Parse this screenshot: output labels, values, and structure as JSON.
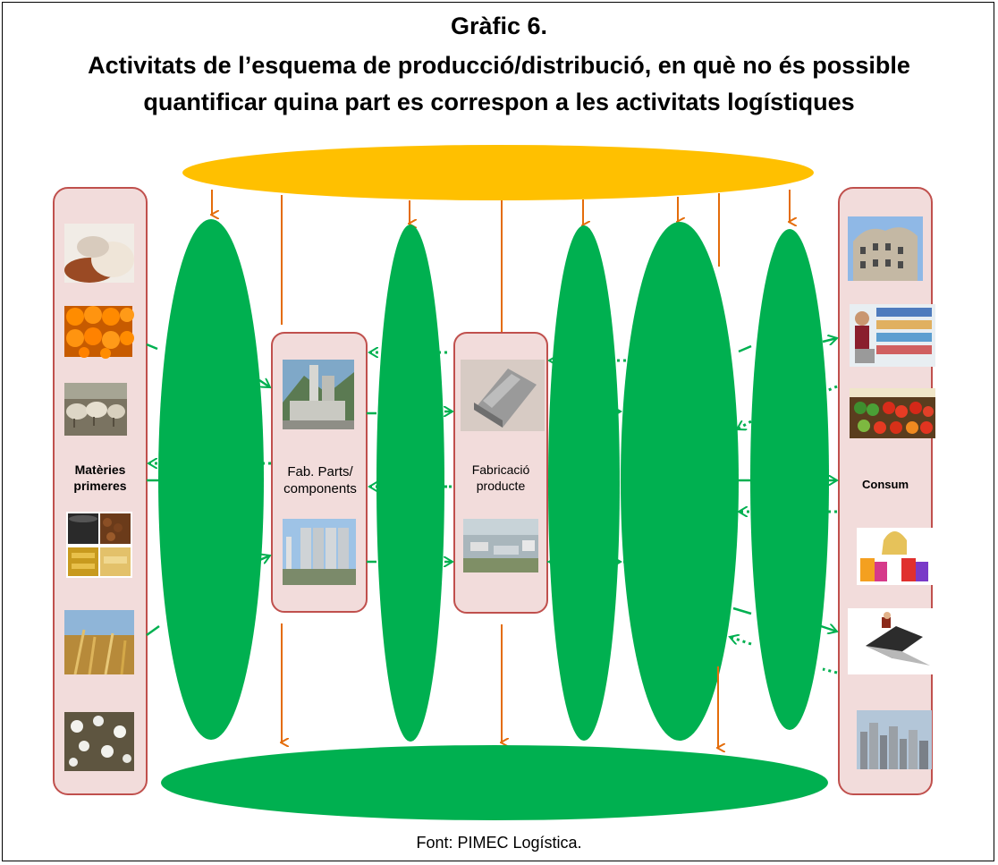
{
  "title": {
    "line1": "Gràfic 6.",
    "line2": "Activitats de l’esquema de producció/distribució, en què no és possible",
    "line3": "quantificar quina part es correspon a les activitats logístiques"
  },
  "boxes": {
    "raw_materials": {
      "label_1": "Matèries",
      "label_2": "primeres"
    },
    "parts": {
      "label_1": "Fab. Parts/",
      "label_2": "components"
    },
    "product": {
      "label_1": "Fabricació",
      "label_2": "producte"
    },
    "consumption": {
      "label": "Consum"
    }
  },
  "source": "Font: PIMEC Logística.",
  "colors": {
    "ellipse_top": "#ffc000",
    "ellipse_green": "#00b050",
    "box_fill": "#f2dcdb",
    "box_border": "#c0504d",
    "orange_arrow": "#e46c0a"
  },
  "icons": {
    "raw_materials": [
      "flour-photo",
      "oranges-photo",
      "sheep-photo",
      "oil-coffee-gold-photo",
      "wheat-photo",
      "cotton-photo"
    ],
    "parts": [
      "cement-plant-photo",
      "silo-factory-photo"
    ],
    "product": [
      "factory-building-photo",
      "industrial-park-photo"
    ],
    "consumption": [
      "building-photo",
      "supermarket-photo",
      "fruit-market-photo",
      "shopping-woman-photo",
      "laptop-shopping-photo",
      "city-photo"
    ]
  }
}
